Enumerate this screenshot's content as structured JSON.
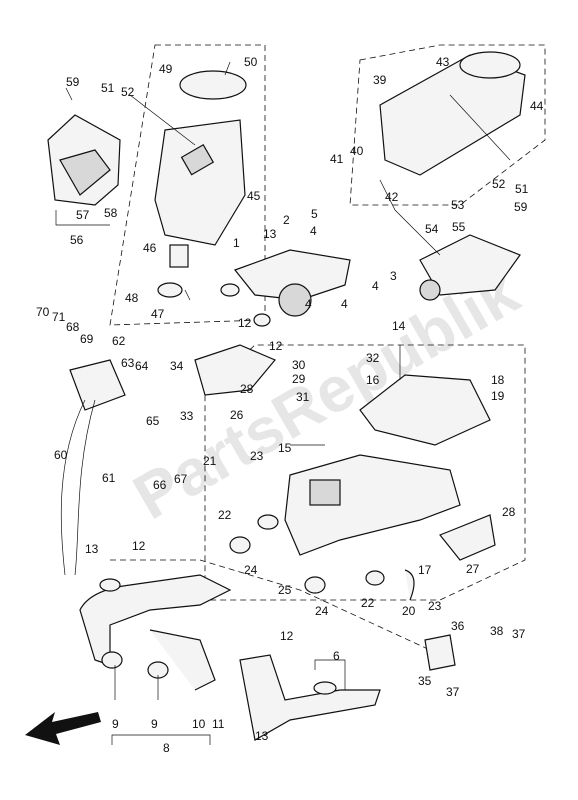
{
  "diagram": {
    "watermark": "PartsRepublik",
    "labels": [
      "1",
      "2",
      "3",
      "4",
      "5",
      "6",
      "8",
      "9",
      "10",
      "11",
      "12",
      "13",
      "14",
      "15",
      "16",
      "17",
      "18",
      "19",
      "20",
      "21",
      "22",
      "23",
      "24",
      "25",
      "26",
      "27",
      "28",
      "29",
      "30",
      "31",
      "32",
      "33",
      "34",
      "35",
      "36",
      "37",
      "38",
      "39",
      "40",
      "41",
      "42",
      "43",
      "44",
      "45",
      "46",
      "47",
      "48",
      "49",
      "50",
      "51",
      "52",
      "53",
      "54",
      "55",
      "56",
      "57",
      "58",
      "59",
      "60",
      "61",
      "62",
      "63",
      "64",
      "65",
      "66",
      "67",
      "68",
      "69",
      "70",
      "71"
    ]
  }
}
